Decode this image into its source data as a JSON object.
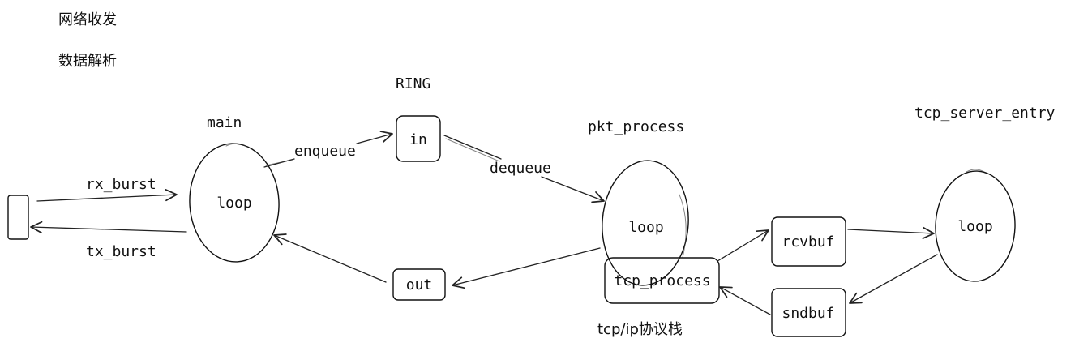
{
  "notes": {
    "network_io": "网络收发",
    "data_parsing": "数据解析"
  },
  "labels": {
    "ring": "RING",
    "main": "main",
    "pkt_process": "pkt_process",
    "tcp_server_entry": "tcp_server_entry",
    "tcp_ip_stack": "tcp/ip协议栈"
  },
  "nodes": {
    "main_loop": "loop",
    "pkt_loop": "loop",
    "server_loop": "loop",
    "ring_in": "in",
    "ring_out": "out",
    "tcp_process": "tcp_process",
    "rcvbuf": "rcvbuf",
    "sndbuf": "sndbuf"
  },
  "edges": {
    "rx_burst": "rx_burst",
    "tx_burst": "tx_burst",
    "enqueue": "enqueue",
    "dequeue": "dequeue"
  },
  "colors": {
    "stroke": "#111111",
    "background": "#ffffff"
  }
}
